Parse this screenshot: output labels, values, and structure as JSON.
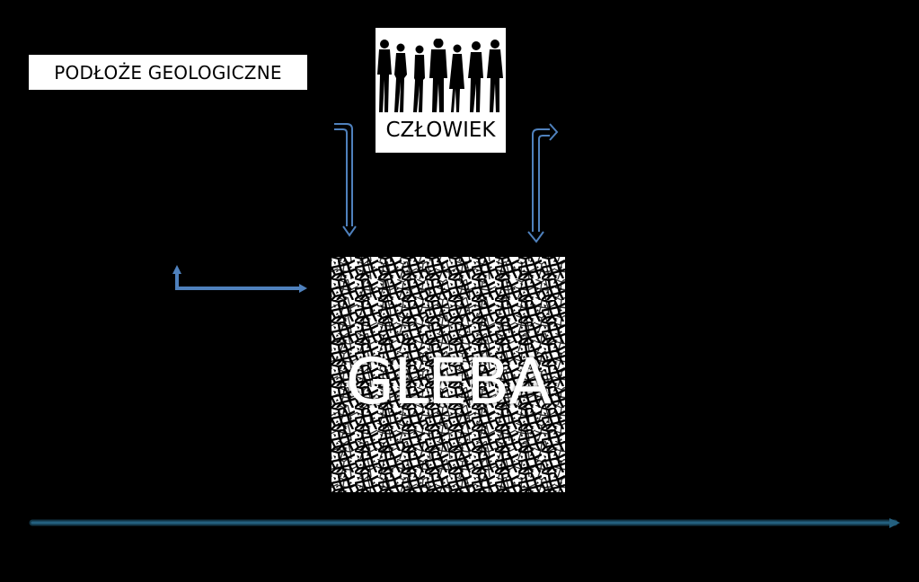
{
  "diagram": {
    "geology_label": "PODŁOŻE GEOLOGICZNE",
    "human_label": "CZŁOWIEK",
    "soil_label": "GLEBA"
  },
  "colors": {
    "background": "#000000",
    "box_fill": "#ffffff",
    "arrow": "#4f81bd",
    "timeline": "#1f4e6a"
  },
  "icons": {
    "people": "people-silhouette-icon",
    "arrow_down": "double-arrow-down-icon",
    "arrow_both": "double-arrow-bidirectional-icon",
    "arrow_elbow": "elbow-arrow-icon",
    "timeline": "timeline-arrow-icon"
  }
}
